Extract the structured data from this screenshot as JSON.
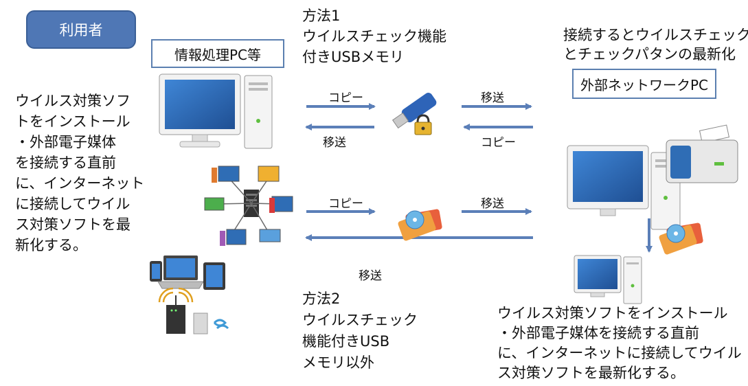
{
  "user_label": "利用者",
  "info_pc_label": "情報処理PC等",
  "external_pc_label": "外部ネットワークPC",
  "method1": {
    "title": "方法1",
    "line2": "ウイルスチェック機能",
    "line3": "付きUSBメモリ"
  },
  "method2": {
    "title": "方法2",
    "line2": "ウイルスチェック",
    "line3": "機能付きUSB",
    "line4": "メモリ以外"
  },
  "top_right_note": {
    "line1": "接続するとウイルスチェック",
    "line2": "とチェックパタンの最新化"
  },
  "left_note": [
    "ウイルス対策ソフ",
    "トをインストール",
    "・外部電子媒体",
    "を接続する直前",
    "に、インターネット",
    "に接続してウイル",
    "ス対策ソフトを最",
    "新化する。"
  ],
  "bottom_right_note": [
    "ウイルス対策ソフトをインストール",
    "・外部電子媒体を接続する直前",
    "に、インターネットに接続してウイル",
    "ス対策ソフトを最新化する。"
  ],
  "arrows": {
    "copy": "コピー",
    "transfer": "移送"
  },
  "colors": {
    "accent": "#4f77b5",
    "arrow": "#5b7fb8",
    "monitor_screen": "#2f6db5"
  }
}
